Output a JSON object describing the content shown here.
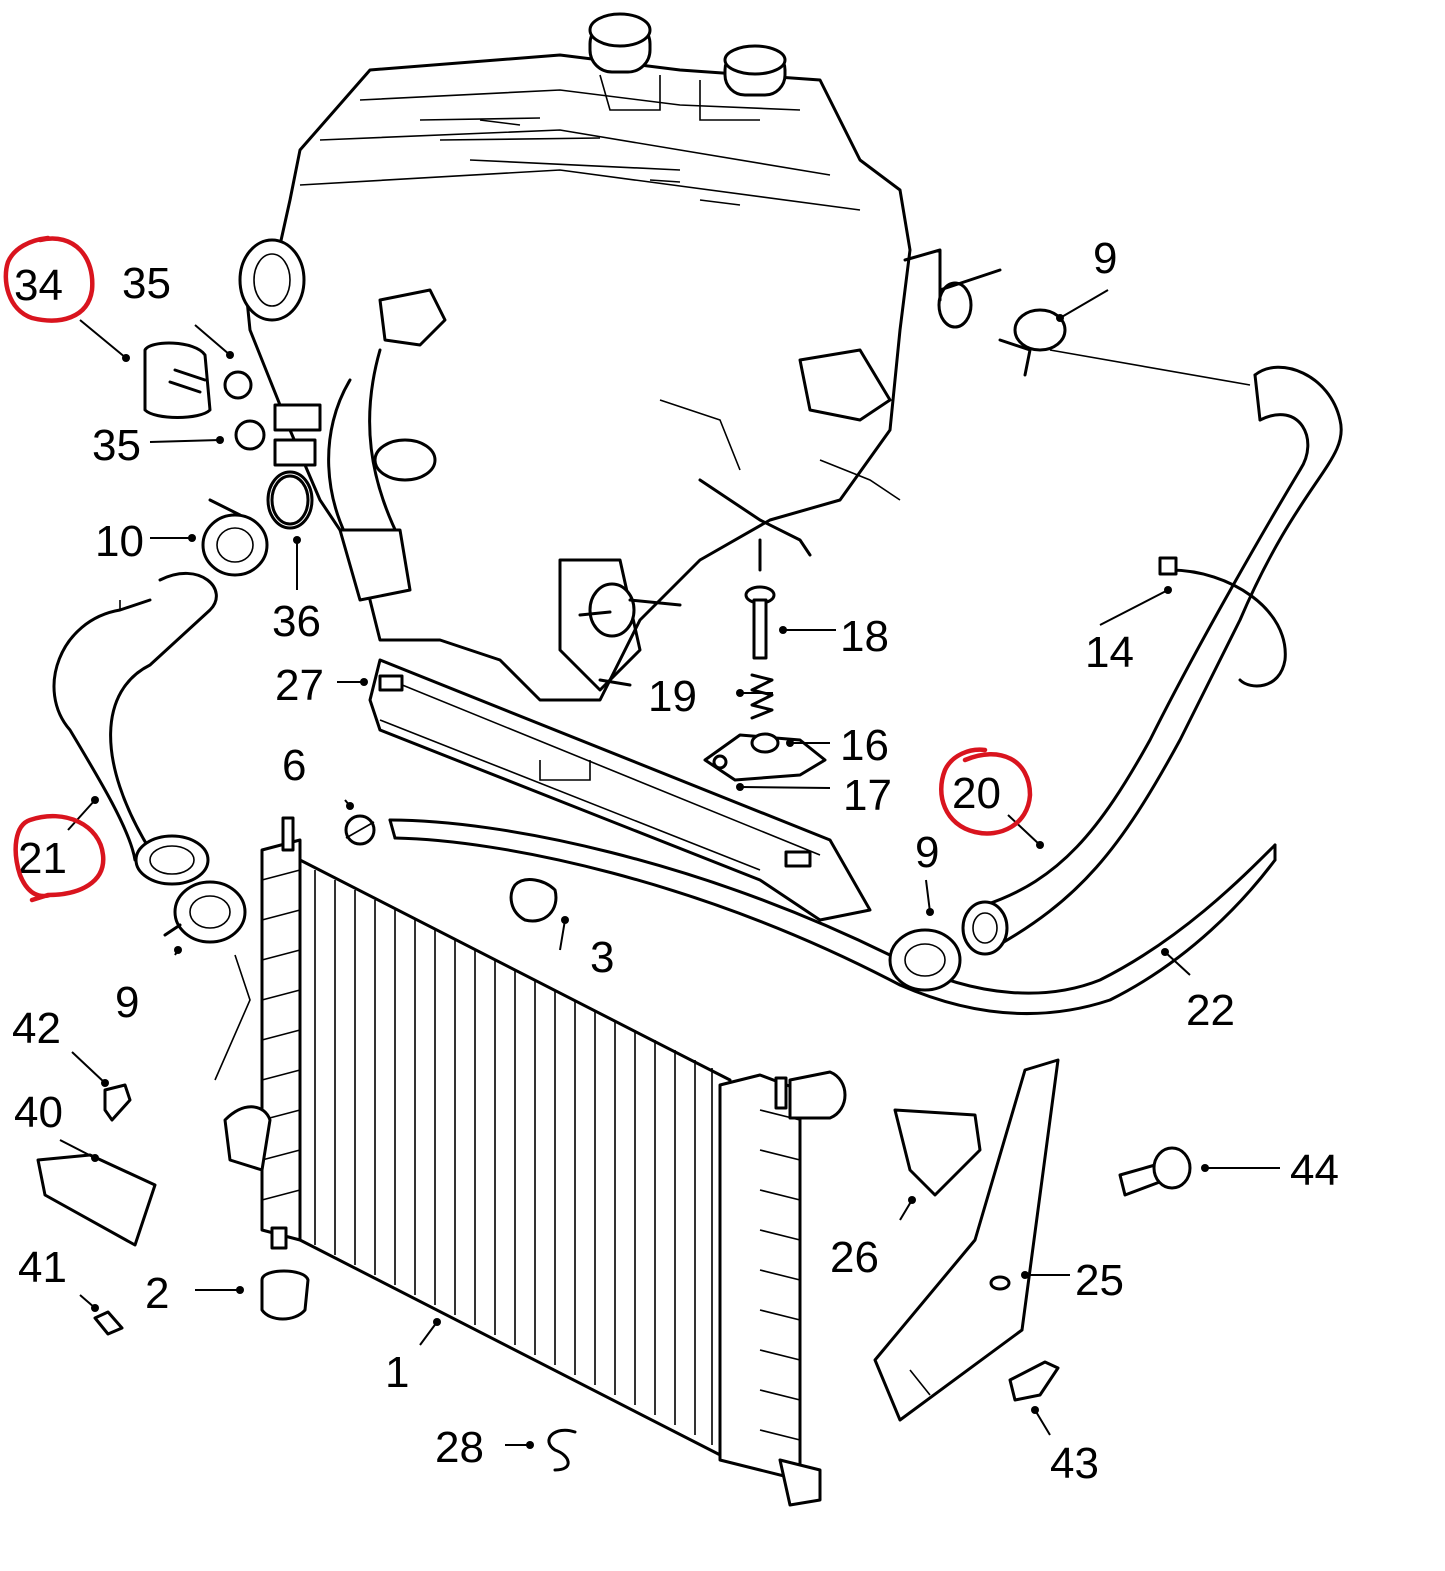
{
  "callouts": {
    "c1": "1",
    "c2": "2",
    "c3": "3",
    "c6": "6",
    "c9a": "9",
    "c9b": "9",
    "c9c": "9",
    "c10": "10",
    "c14": "14",
    "c16": "16",
    "c17": "17",
    "c18": "18",
    "c19": "19",
    "c20": "20",
    "c21": "21",
    "c22": "22",
    "c25": "25",
    "c26": "26",
    "c27": "27",
    "c28": "28",
    "c34": "34",
    "c35a": "35",
    "c35b": "35",
    "c36": "36",
    "c40": "40",
    "c41": "41",
    "c42": "42",
    "c43": "43",
    "c44": "44"
  },
  "highlighted_callouts": [
    "34",
    "21",
    "20"
  ],
  "colors": {
    "line_art": "#000000",
    "highlight": "#d9141e",
    "background": "#ffffff"
  }
}
